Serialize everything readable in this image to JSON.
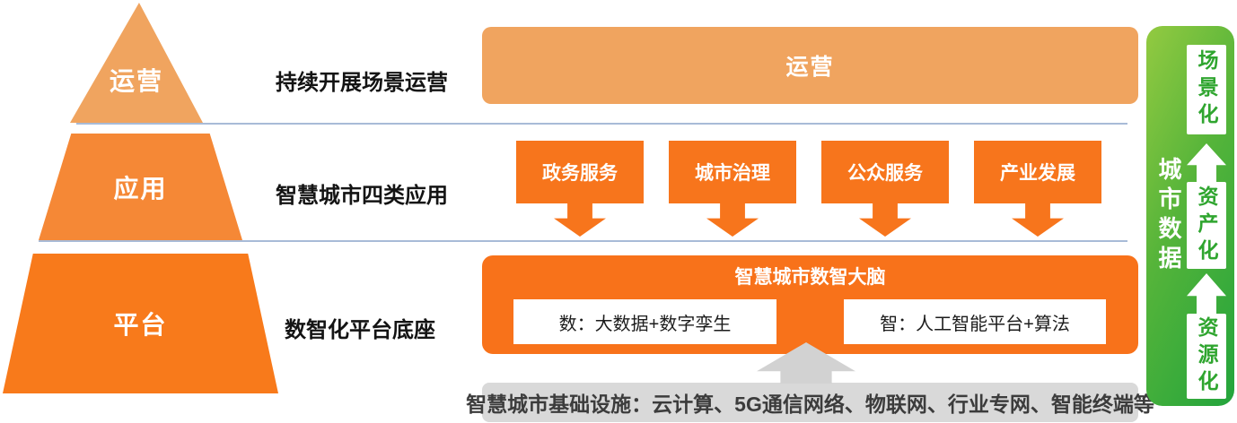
{
  "pyramid": {
    "levels": [
      {
        "label": "运营",
        "color": "#F0A45F"
      },
      {
        "label": "应用",
        "color": "#F58836"
      },
      {
        "label": "平台",
        "color": "#F87A1B"
      }
    ]
  },
  "captions": {
    "operation": "持续开展场景运营",
    "application": "智慧城市四类应用",
    "platform": "数智化平台底座"
  },
  "operation_band": {
    "label": "运营"
  },
  "applications": [
    {
      "label": "政务服务"
    },
    {
      "label": "城市治理"
    },
    {
      "label": "公众服务"
    },
    {
      "label": "产业发展"
    }
  ],
  "platform_box": {
    "title": "智慧城市数智大脑",
    "left_box": "数：大数据+数字孪生",
    "right_box": "智：人工智能平台+算法"
  },
  "infrastructure": {
    "text": "智慧城市基础设施：云计算、5G通信网络、物联网、行业专网、智能终端等"
  },
  "data_bar": {
    "label": "城市数据",
    "stages_top_to_bottom": [
      {
        "label": "场景化"
      },
      {
        "label": "资产化"
      },
      {
        "label": "资源化"
      }
    ],
    "arrow_direction": "up"
  },
  "colors": {
    "orange_light": "#F0A45F",
    "orange_mid": "#F58836",
    "orange_bright": "#F7751C",
    "orange_deep": "#F8721A",
    "gray_box": "#D9D9D9",
    "gray_arrow": "#D2D2D2",
    "separator_line": "#A8BBD7",
    "green_gradient_start": "#93CA41",
    "green_gradient_end": "#23A43C",
    "green_text": "#2FA52F"
  }
}
